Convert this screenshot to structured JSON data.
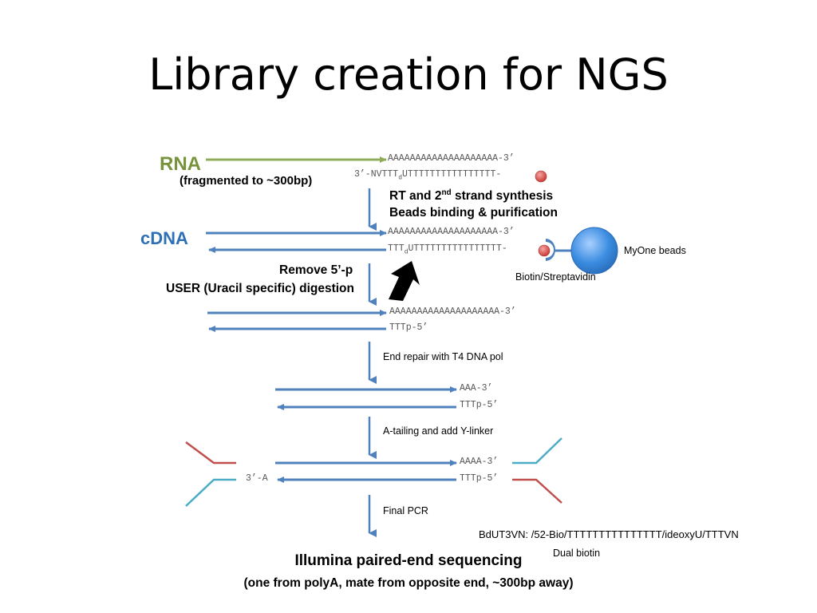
{
  "slide_title": "Library creation for NGS",
  "labels": {
    "rna": "RNA",
    "rna_note": "(fragmented to ~300bp)",
    "cdna": "cDNA",
    "step_rt_line1_pre": "RT and 2",
    "step_rt_line1_sup": "nd",
    "step_rt_line1_post": " strand synthesis",
    "step_rt_line2": "Beads binding & purification",
    "step_remove": "Remove 5’-p",
    "step_user": "USER (Uracil specific) digestion",
    "step_end_repair": "End repair with T4 DNA pol",
    "step_atail": "A-tailing and add Y-linker",
    "step_pcr": "Final PCR",
    "beads": "MyOne beads",
    "biotin": "Biotin/Streptavidin",
    "primer": "BdUT3VN: /52-Bio/TTTTTTTTTTTTTTT/ideoxyU/TTTVN",
    "dual_biotin": "Dual biotin",
    "bottom_title": "Illumina paired-end sequencing",
    "bottom_note": "(one from polyA, mate from opposite end, ~300bp away)"
  },
  "sequences": {
    "rna_top": "AAAAAAAAAAAAAAAAAAAA-3’",
    "rna_bottom": "3’-NVTTT",
    "rna_bottom_u": "d",
    "rna_bottom_rest": "UTTTTTTTTTTTTTTTT-",
    "cdna_top": "AAAAAAAAAAAAAAAAAAAA-3’",
    "cdna_bottom": "TTT",
    "cdna_bottom_u": "d",
    "cdna_bottom_rest": "UTTTTTTTTTTTTTTTT-",
    "digest_top": "AAAAAAAAAAAAAAAAAAAA-3’",
    "digest_bottom": "TTTp-5’",
    "repair_top": "AAA-3’",
    "repair_bottom": "TTTp-5’",
    "ylink_top": "AAAA-3’",
    "ylink_bottom": "TTTp-5’",
    "ylink_left": "3’-A"
  },
  "colors": {
    "rna_green": "#8fac5a",
    "strand_blue": "#4f81bd",
    "adapter_red": "#c0504d",
    "adapter_teal": "#4bacc6",
    "bead_blue": "#3a8ce0",
    "biotin_red": "#d9403a"
  }
}
